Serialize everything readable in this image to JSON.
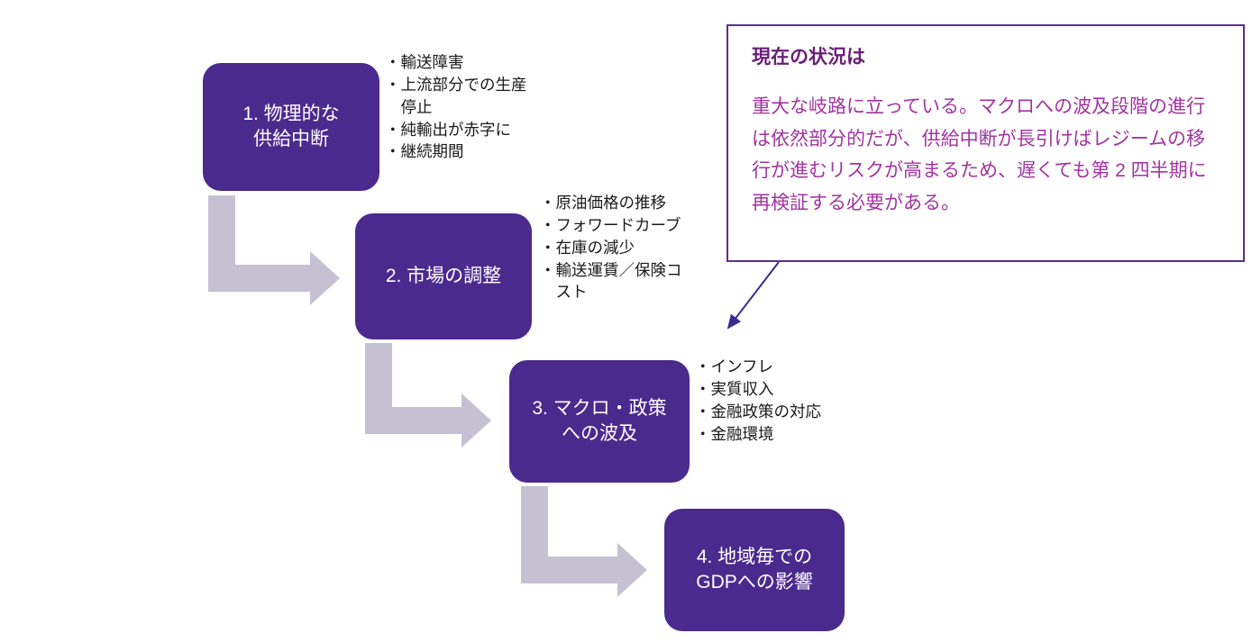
{
  "colors": {
    "box_purple": "#4b2a8e",
    "arrow_gray": "#c5c1d3",
    "callout_border": "#5b2d8e",
    "callout_title": "#6a2077",
    "callout_body": "#a234a0",
    "pointer_purple": "#3b2d8f",
    "bullet_text": "#1a1a1a"
  },
  "steps": [
    {
      "label": "1. 物理的な\n供給中断",
      "bullets": [
        "輸送障害",
        "上流部分での生産停止",
        "純輸出が赤字に",
        "継続期間"
      ]
    },
    {
      "label": "2. 市場の調整",
      "bullets": [
        "原油価格の推移",
        "フォワードカーブ",
        "在庫の減少",
        "輸送運賃／保険コスト"
      ]
    },
    {
      "label": "3. マクロ・政策\nへの波及",
      "bullets": [
        "インフレ",
        "実質収入",
        "金融政策の対応",
        "金融環境"
      ]
    },
    {
      "label": "4. 地域毎での\nGDPへの影響",
      "bullets": []
    }
  ],
  "callout": {
    "title": "現在の状況は",
    "body": "重大な岐路に立っている。マクロへの波及段階の進行は依然部分的だが、供給中断が長引けばレジームの移行が進むリスクが高まるため、遅くても第 2 四半期に再検証する必要がある。"
  }
}
